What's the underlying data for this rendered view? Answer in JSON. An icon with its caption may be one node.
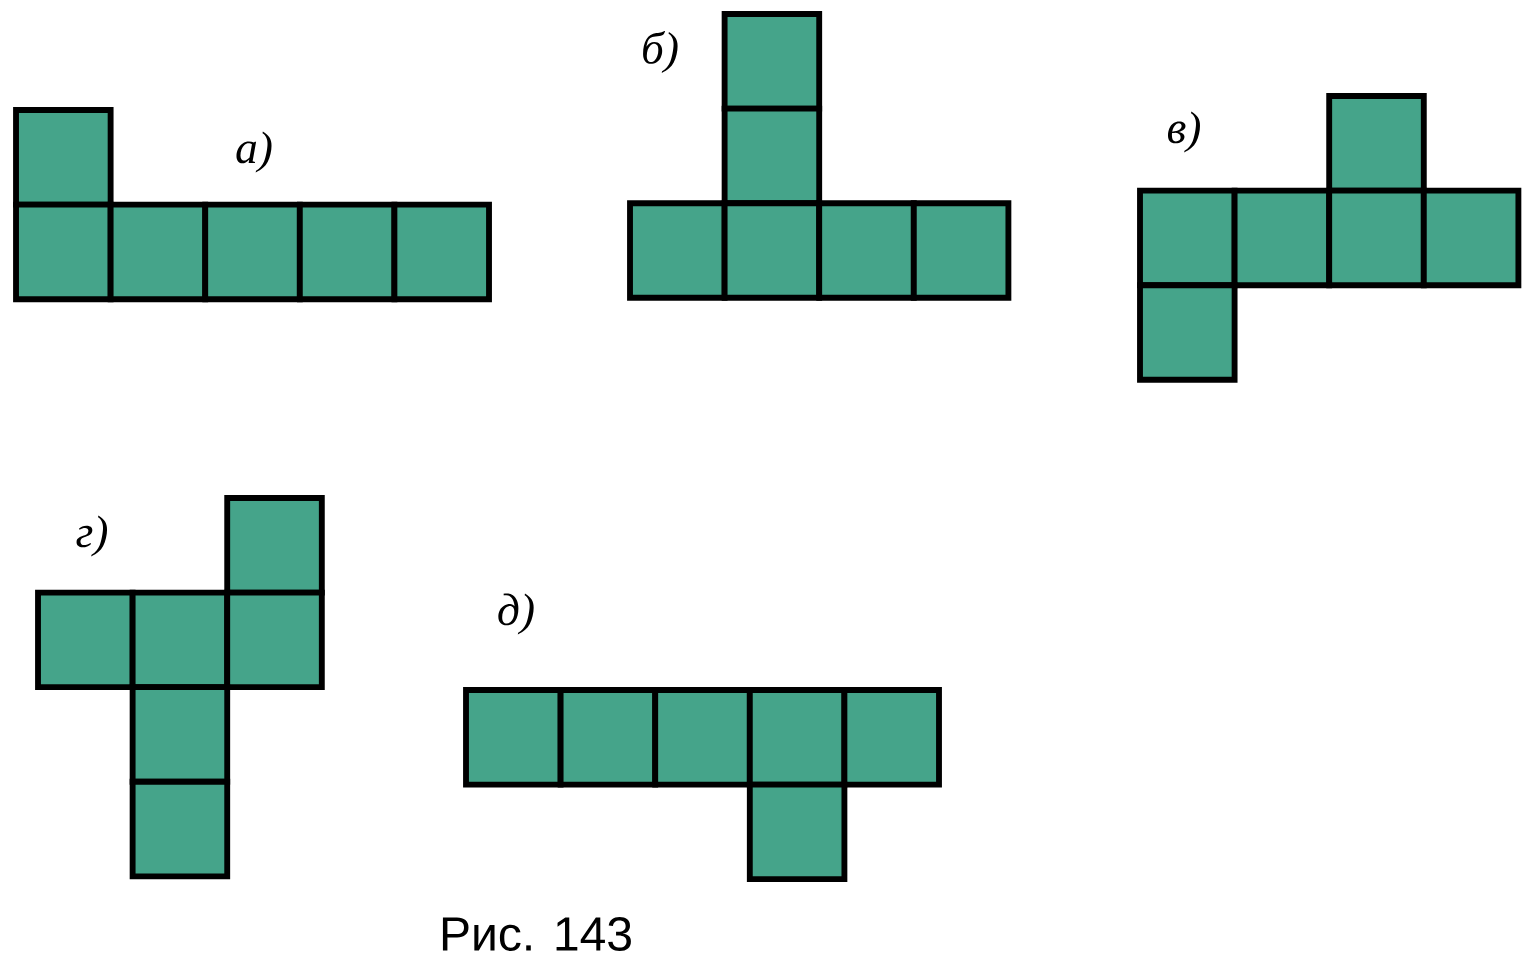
{
  "diagram": {
    "caption": "Рис. 143",
    "labels": [
      "а)",
      "б)",
      "в)",
      "г)",
      "д)"
    ]
  }
}
